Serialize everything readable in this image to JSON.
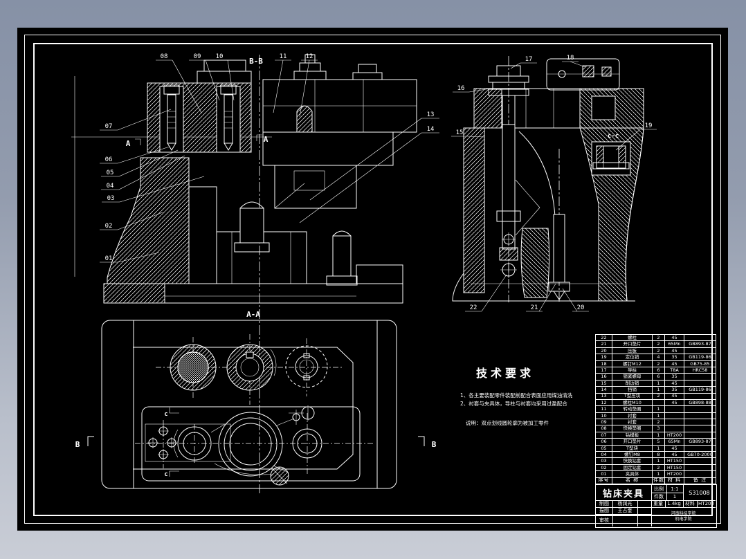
{
  "window": {
    "surround_top_color": "#8691a6",
    "surround_bottom_color": "#c9cdd6",
    "sheet_color": "#000000",
    "line_color": "#ffffff"
  },
  "balloons": {
    "b01": "01",
    "b02": "02",
    "b03": "03",
    "b04": "04",
    "b05": "05",
    "b06": "06",
    "b07": "07",
    "b08": "08",
    "b09": "09",
    "b10": "10",
    "b11": "11",
    "b12": "12",
    "b13": "13",
    "b14": "14",
    "b15": "15",
    "b16": "16",
    "b17": "17",
    "b18": "18",
    "b19": "19",
    "b20": "20",
    "b21": "21",
    "b22": "22"
  },
  "view_labels": {
    "section_bb": "B-B",
    "section_aa": "A-A",
    "section_cc": "c-c",
    "datum_a_left": "A",
    "datum_a_mid": "A",
    "b_left": "B",
    "b_right": "B",
    "c_top": "c",
    "c_bottom": "c"
  },
  "tech_requirements": {
    "title": "技术要求",
    "items": [
      "1、各主要装配零件装配前配合表面应用煤油清洗",
      "2、衬套与夹具体，导柱与衬套均采用过盈配合"
    ],
    "note": "说明：双点划线圆轮廓为被加工零件"
  },
  "parts_table": {
    "headers": [
      "序号",
      "名  称",
      "件数",
      "材  料",
      "备  注"
    ],
    "rows": [
      [
        "22",
        "螺柱",
        "2",
        "45",
        ""
      ],
      [
        "21",
        "开口垫片",
        "2",
        "65Mn",
        "GB893-87"
      ],
      [
        "20",
        "压板",
        "2",
        "45",
        ""
      ],
      [
        "19",
        "定位销",
        "4",
        "35",
        "GB119-86"
      ],
      [
        "18",
        "螺钉M12",
        "2",
        "45",
        "GB75-85"
      ],
      [
        "17",
        "导柱",
        "6",
        "T8A",
        "HRC58"
      ],
      [
        "16",
        "锁紧螺母",
        "6",
        "35",
        ""
      ],
      [
        "15",
        "削边销",
        "1",
        "45",
        ""
      ],
      [
        "14",
        "挡销",
        "1",
        "35",
        "GB119-86"
      ],
      [
        "13",
        "T型压块",
        "2",
        "45",
        ""
      ],
      [
        "12",
        "螺柱M10",
        "",
        "45",
        "GB898-88"
      ],
      [
        "11",
        "转动垫圈",
        "1",
        "",
        ""
      ],
      [
        "10",
        "衬套",
        "1",
        "",
        ""
      ],
      [
        "09",
        "衬套",
        "2",
        "",
        ""
      ],
      [
        "08",
        "快换垫圈",
        "3",
        "",
        ""
      ],
      [
        "07",
        "钻模板",
        "1",
        "HT200",
        ""
      ],
      [
        "06",
        "开口垫片",
        "5",
        "65Mn",
        "GB893-87"
      ],
      [
        "05",
        "T型块",
        "1",
        "45",
        ""
      ],
      [
        "04",
        "螺钉M8",
        "8",
        "45",
        "GB70-2000"
      ],
      [
        "03",
        "快换钻套",
        "1",
        "HT150",
        ""
      ],
      [
        "02",
        "固定钻套",
        "2",
        "HT150",
        ""
      ],
      [
        "01",
        "夹具体",
        "1",
        "HT200",
        ""
      ]
    ]
  },
  "title_block": {
    "part_name": "钻床夹具",
    "scale_label": "比例",
    "scale": "1:1",
    "qty_label": "件数",
    "qty": "1",
    "drawing_no": "S31008",
    "weight_label": "重量",
    "weight": "1.4kg",
    "material_label": "材料",
    "material": "HT200",
    "drafter_label": "制图",
    "drafter": "杨润光",
    "tracer_label": "描图",
    "tracer": "王占奎",
    "checker_label": "审核",
    "checker": "",
    "org_line1": "河南科技学院",
    "org_line2": "机电学院"
  }
}
